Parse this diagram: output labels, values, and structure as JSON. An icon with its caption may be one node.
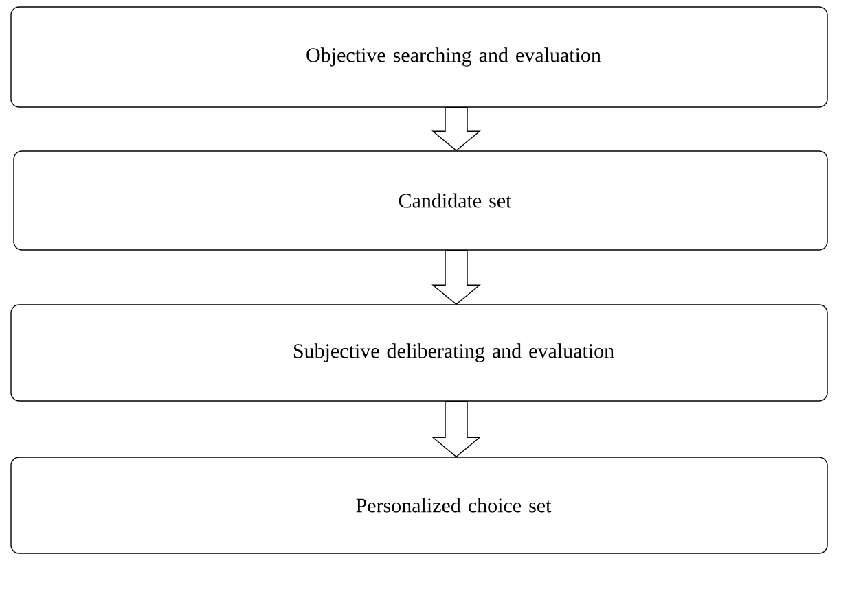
{
  "diagram": {
    "nodes": [
      {
        "text": [
          "Objective searching and evaluation"
        ]
      },
      {
        "text": [
          "Candidate set"
        ]
      },
      {
        "text": [
          "Subjective deliberating and evaluation"
        ]
      },
      {
        "text": [
          "Personalized choice set"
        ]
      }
    ],
    "edges": [
      {
        "from": 0,
        "to": 1,
        "arrow": "to"
      },
      {
        "from": 1,
        "to": 2,
        "arrow": "to"
      },
      {
        "from": 2,
        "to": 3,
        "arrow": "to"
      }
    ]
  }
}
